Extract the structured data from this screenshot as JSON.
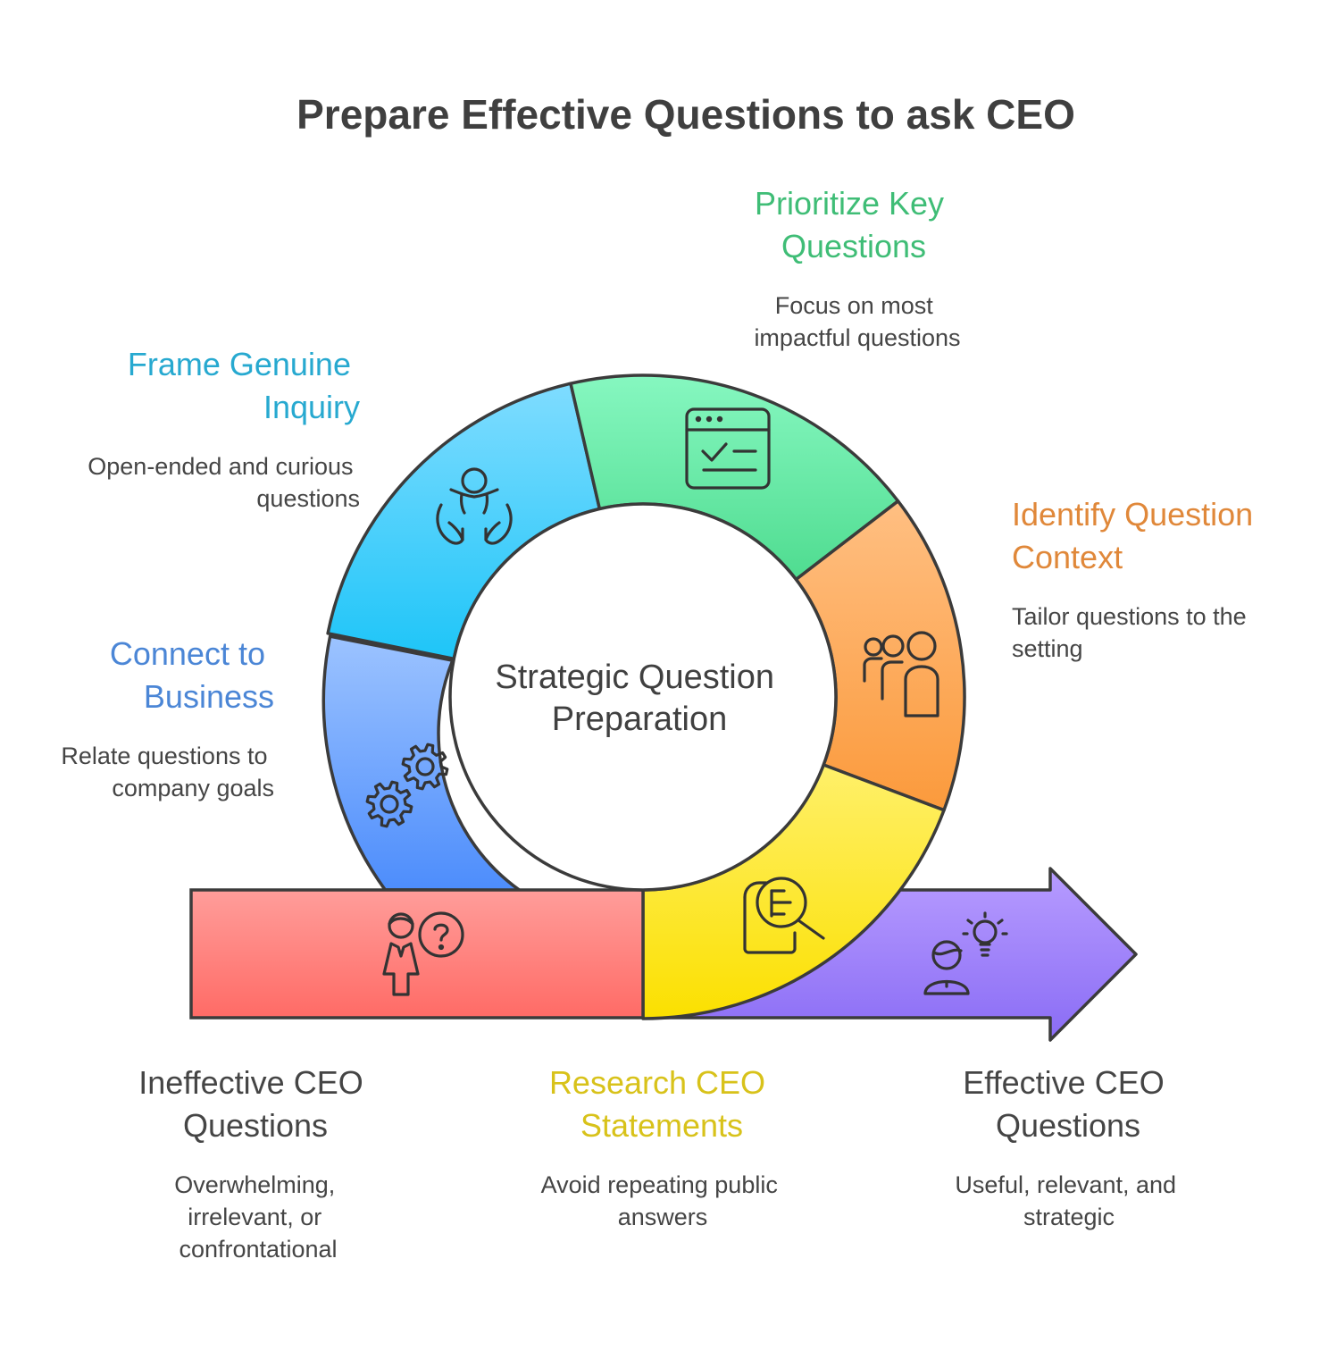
{
  "title": "Prepare Effective Questions to ask CEO",
  "center": [
    "Strategic Question",
    "Preparation"
  ],
  "colors": {
    "outline": "#3b3b3b",
    "frame": "#27a9d0",
    "prioritize": "#3fbd76",
    "identify": "#e0883a",
    "connect": "#4b86d6",
    "research": "#d8c21a",
    "ineffective": "#454545",
    "effective": "#454545"
  },
  "steps": {
    "frame": {
      "title": [
        "Frame Genuine",
        "Inquiry"
      ],
      "desc": [
        "Open-ended and curious",
        "questions"
      ],
      "icon": "person-hands-icon"
    },
    "prioritize": {
      "title": [
        "Prioritize Key",
        "Questions"
      ],
      "desc": [
        "Focus on most",
        "impactful questions"
      ],
      "icon": "checklist-window-icon"
    },
    "identify": {
      "title": [
        "Identify Question",
        "Context"
      ],
      "desc": [
        "Tailor questions to the",
        "setting"
      ],
      "icon": "group-people-icon"
    },
    "connect": {
      "title": [
        "Connect to",
        "Business"
      ],
      "desc": [
        "Relate questions to",
        "company goals"
      ],
      "icon": "gears-icon"
    },
    "research": {
      "title": [
        "Research CEO",
        "Statements"
      ],
      "desc": [
        "Avoid repeating public",
        "answers"
      ],
      "icon": "document-search-icon"
    }
  },
  "ends": {
    "ineffective": {
      "title": [
        "Ineffective CEO",
        "Questions"
      ],
      "desc": [
        "Overwhelming,",
        "irrelevant, or",
        "confrontational"
      ],
      "icon": "person-question-icon"
    },
    "effective": {
      "title": [
        "Effective CEO",
        "Questions"
      ],
      "desc": [
        "Useful, relevant, and",
        "strategic"
      ],
      "icon": "person-idea-icon"
    }
  }
}
